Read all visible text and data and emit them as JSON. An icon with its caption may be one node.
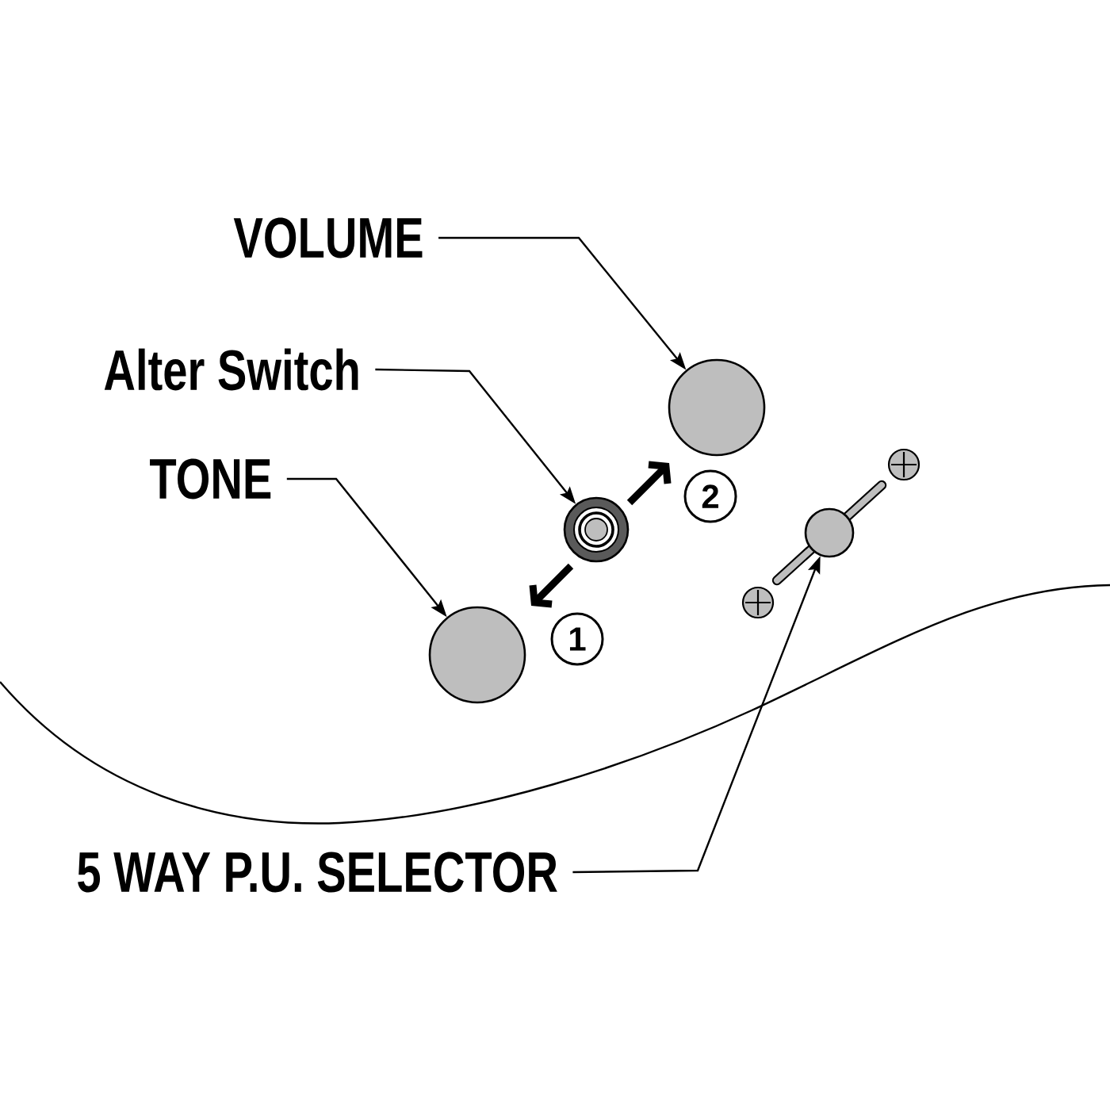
{
  "diagram": {
    "nodes": [
      {
        "text": [
          "VOLUME"
        ]
      },
      {
        "text": [],
        "shape": "circle"
      },
      {
        "text": [
          "Alter Switch"
        ]
      },
      {
        "text": [],
        "shape": "circle"
      },
      {
        "text": [
          "2"
        ]
      },
      {
        "text": [
          "TONE"
        ]
      },
      {
        "text": [],
        "shape": "circle"
      },
      {
        "text": [
          "1"
        ]
      },
      {
        "text": [],
        "shape": "circle"
      },
      {
        "text": [
          "5 WAY P.U. SELECTOR"
        ]
      }
    ],
    "edges": [
      {
        "from": 0,
        "to": 1,
        "arrow": "to"
      },
      {
        "from": 2,
        "to": 3,
        "arrow": "to"
      },
      {
        "from": 5,
        "to": 6,
        "arrow": "to"
      },
      {
        "from": 9,
        "to": 8,
        "arrow": "to"
      }
    ]
  }
}
